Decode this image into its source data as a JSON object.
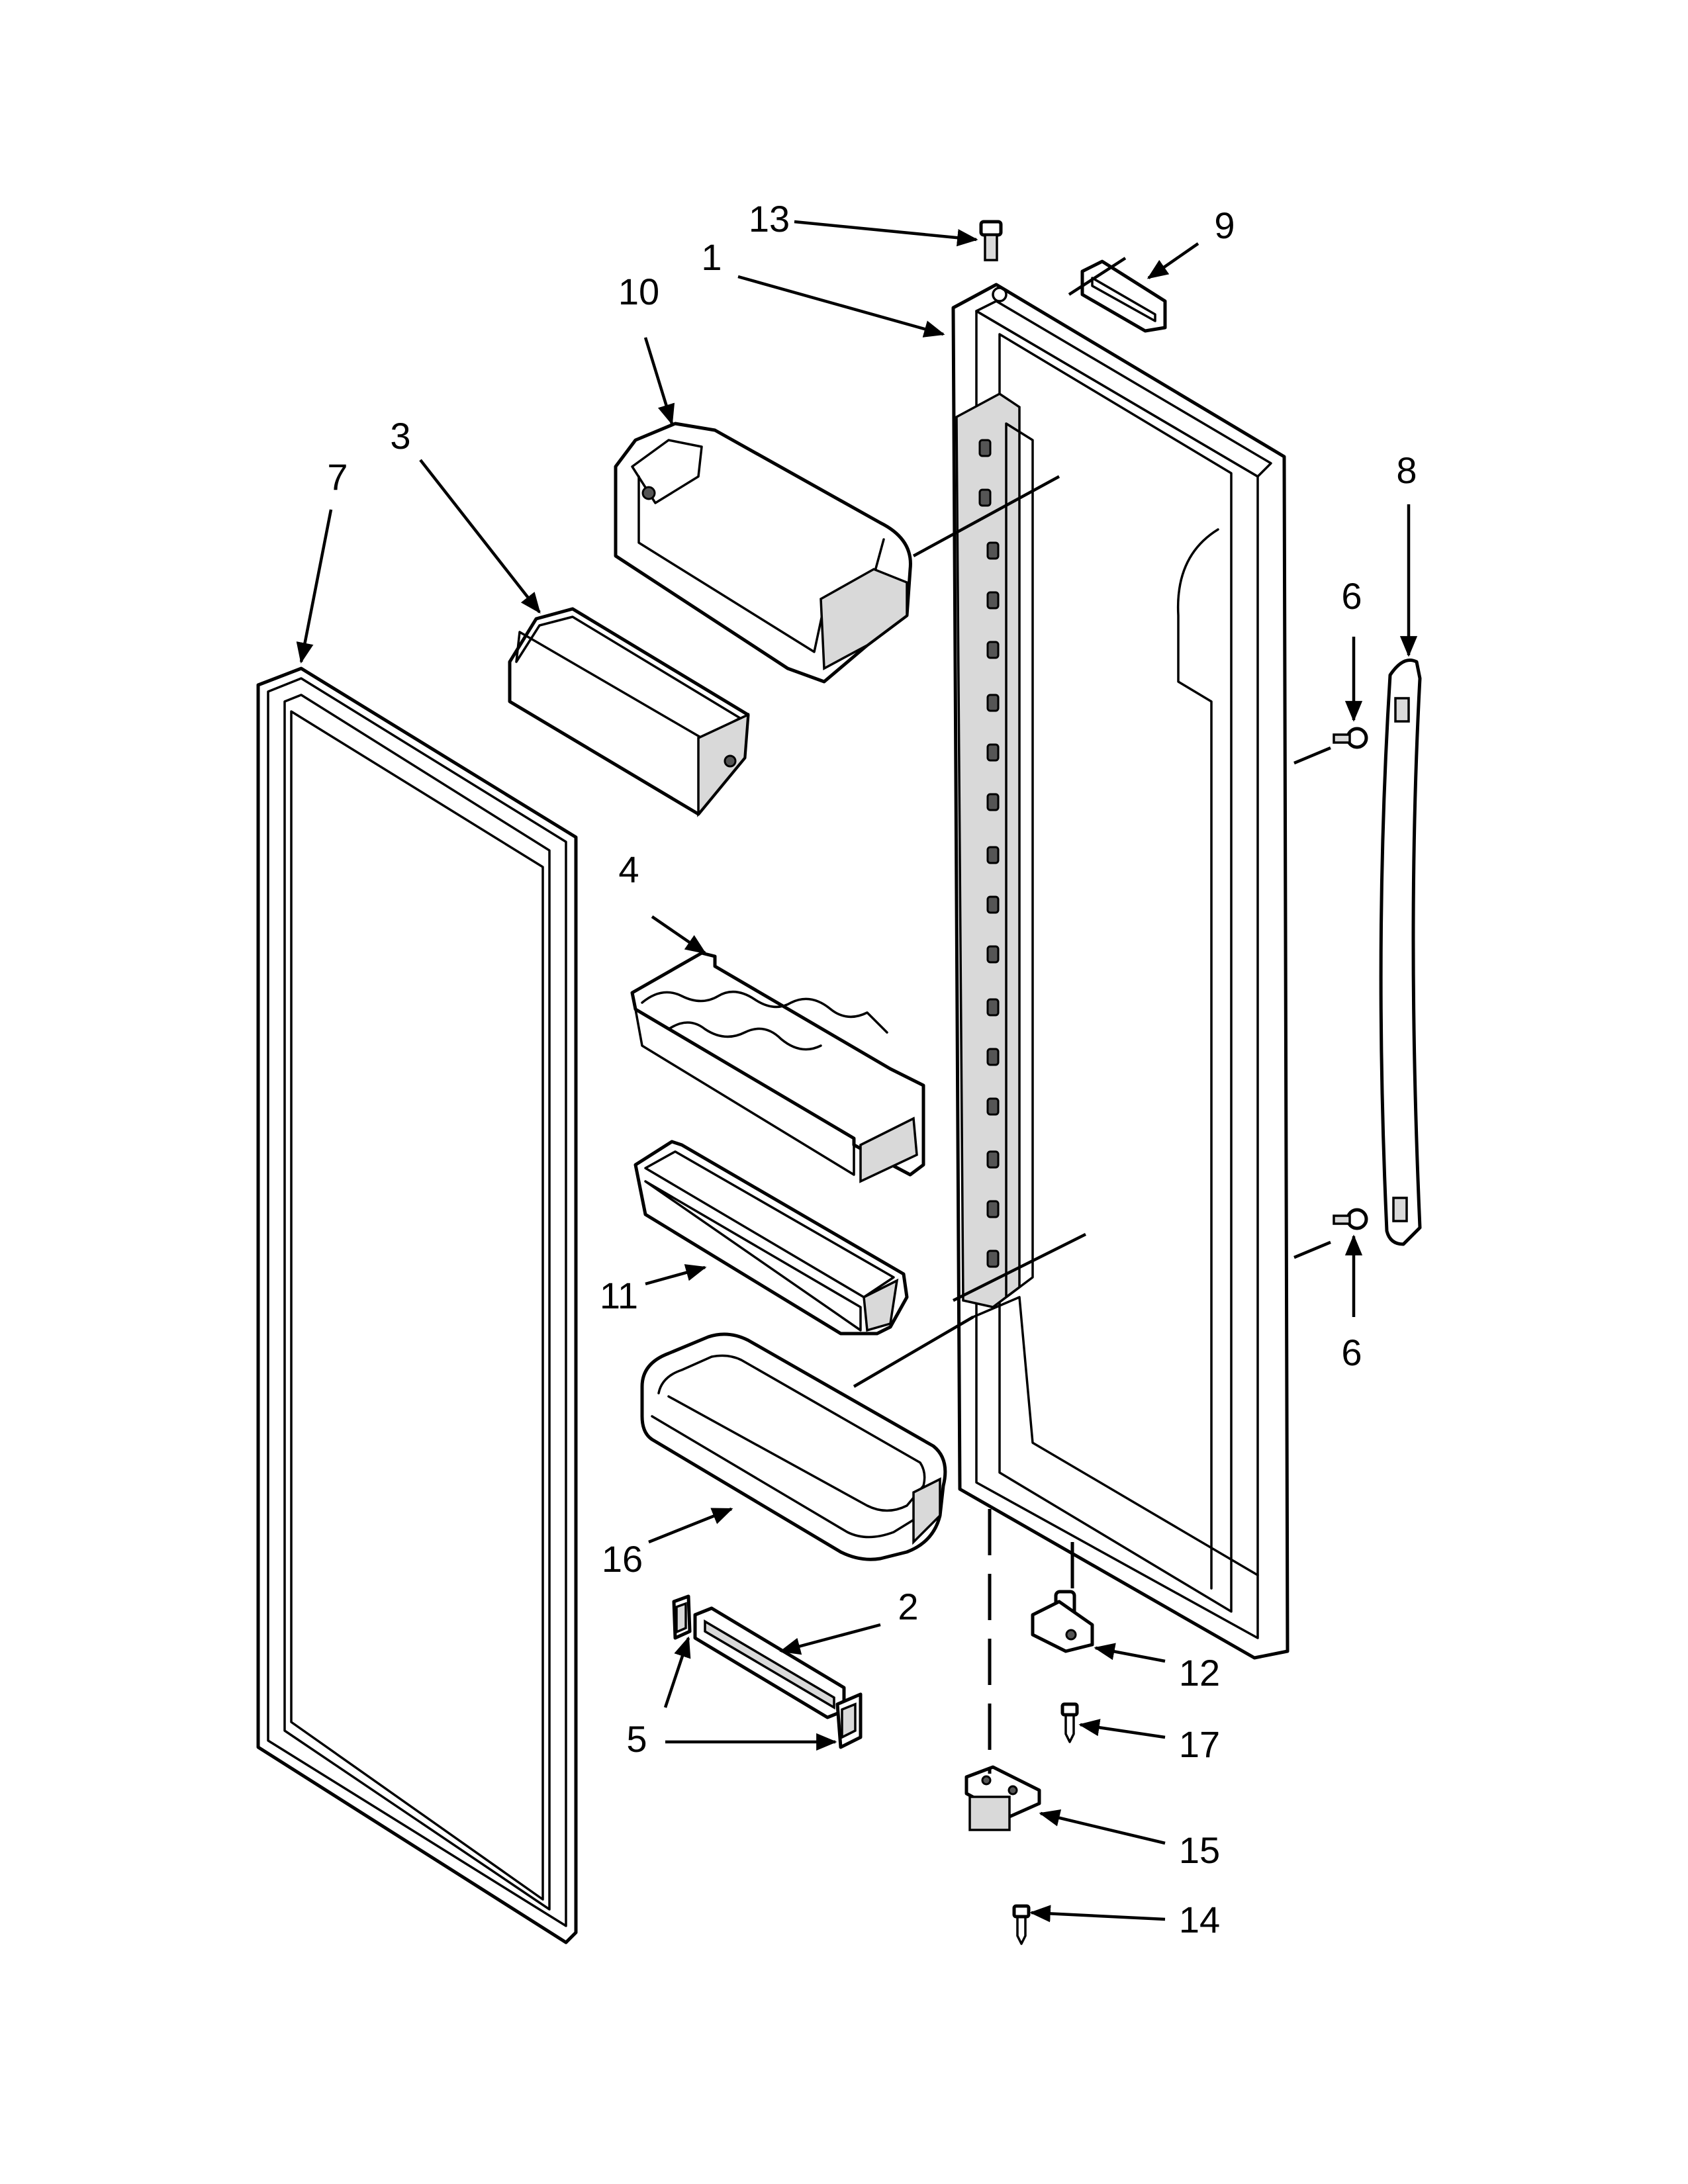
{
  "diagram": {
    "callouts": [
      {
        "id": "1",
        "label": "1"
      },
      {
        "id": "2",
        "label": "2"
      },
      {
        "id": "3",
        "label": "3"
      },
      {
        "id": "4",
        "label": "4"
      },
      {
        "id": "5",
        "label": "5"
      },
      {
        "id": "6a",
        "label": "6"
      },
      {
        "id": "6b",
        "label": "6"
      },
      {
        "id": "7",
        "label": "7"
      },
      {
        "id": "8",
        "label": "8"
      },
      {
        "id": "9",
        "label": "9"
      },
      {
        "id": "10",
        "label": "10"
      },
      {
        "id": "11",
        "label": "11"
      },
      {
        "id": "12",
        "label": "12"
      },
      {
        "id": "13",
        "label": "13"
      },
      {
        "id": "14",
        "label": "14"
      },
      {
        "id": "15",
        "label": "15"
      },
      {
        "id": "16",
        "label": "16"
      },
      {
        "id": "17",
        "label": "17"
      }
    ],
    "colors": {
      "line": "#000000",
      "background": "#ffffff",
      "shade": "#d9d9d9"
    }
  }
}
